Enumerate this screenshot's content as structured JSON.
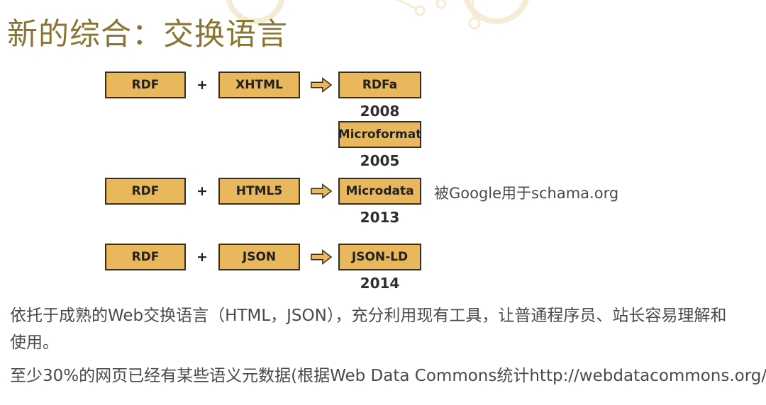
{
  "slide": {
    "title": "新的综合：交换语言"
  },
  "diagram": {
    "plus": "+",
    "rows": [
      {
        "input1": "RDF",
        "input2": "XHTML",
        "output": "RDFa",
        "year": "2008",
        "note": ""
      },
      {
        "input1": "RDF",
        "input2": "HTML5",
        "output": "Microdata",
        "year": "2013",
        "note": "被Google用于schama.org"
      },
      {
        "input1": "RDF",
        "input2": "JSON",
        "output": "JSON-LD",
        "year": "2014",
        "note": ""
      }
    ],
    "standalone": {
      "label": "Microformat",
      "year": "2005"
    }
  },
  "paragraphs": {
    "p1": "依托于成熟的Web交换语言（HTML，JSON），充分利用现有工具，让普通程序员、站长容易理解和\n使用。",
    "p2": "至少30%的网页已经有某些语义元数据(根据Web Data Commons统计http://webdatacommons.org/ )"
  },
  "colors": {
    "box_fill": "#e9b75c",
    "box_border": "#3a2d1c",
    "title": "#8a7434",
    "body_text": "#4a4a4a",
    "year_text": "#2f2f2f",
    "ornament": "#f6ecd6"
  }
}
